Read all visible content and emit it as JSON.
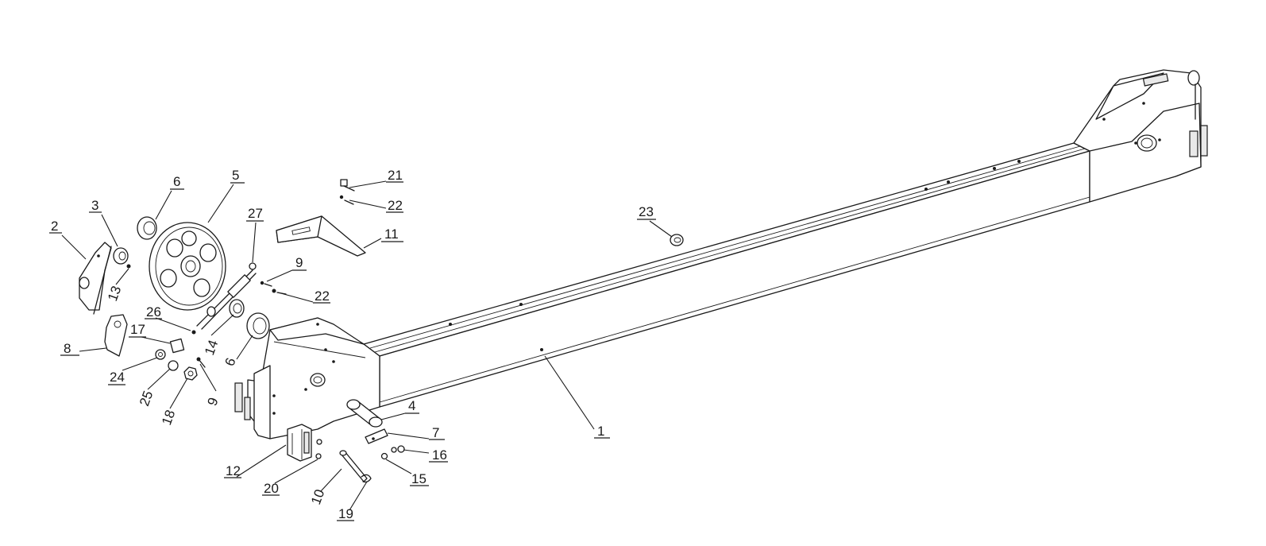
{
  "diagram": {
    "part_labels": [
      {
        "id": "label-1",
        "text": "1"
      },
      {
        "id": "label-2",
        "text": "2"
      },
      {
        "id": "label-3",
        "text": "3"
      },
      {
        "id": "label-4",
        "text": "4"
      },
      {
        "id": "label-5",
        "text": "5"
      },
      {
        "id": "label-6a",
        "text": "6"
      },
      {
        "id": "label-6b",
        "text": "6"
      },
      {
        "id": "label-7",
        "text": "7"
      },
      {
        "id": "label-8",
        "text": "8"
      },
      {
        "id": "label-9a",
        "text": "9"
      },
      {
        "id": "label-9b",
        "text": "9"
      },
      {
        "id": "label-10",
        "text": "10"
      },
      {
        "id": "label-11",
        "text": "11"
      },
      {
        "id": "label-12",
        "text": "12"
      },
      {
        "id": "label-13",
        "text": "13"
      },
      {
        "id": "label-14",
        "text": "14"
      },
      {
        "id": "label-15",
        "text": "15"
      },
      {
        "id": "label-16",
        "text": "16"
      },
      {
        "id": "label-17",
        "text": "17"
      },
      {
        "id": "label-18",
        "text": "18"
      },
      {
        "id": "label-19",
        "text": "19"
      },
      {
        "id": "label-20",
        "text": "20"
      },
      {
        "id": "label-21",
        "text": "21"
      },
      {
        "id": "label-22a",
        "text": "22"
      },
      {
        "id": "label-22b",
        "text": "22"
      },
      {
        "id": "label-23",
        "text": "23"
      },
      {
        "id": "label-24",
        "text": "24"
      },
      {
        "id": "label-25",
        "text": "25"
      },
      {
        "id": "label-26",
        "text": "26"
      },
      {
        "id": "label-27",
        "text": "27"
      }
    ]
  }
}
